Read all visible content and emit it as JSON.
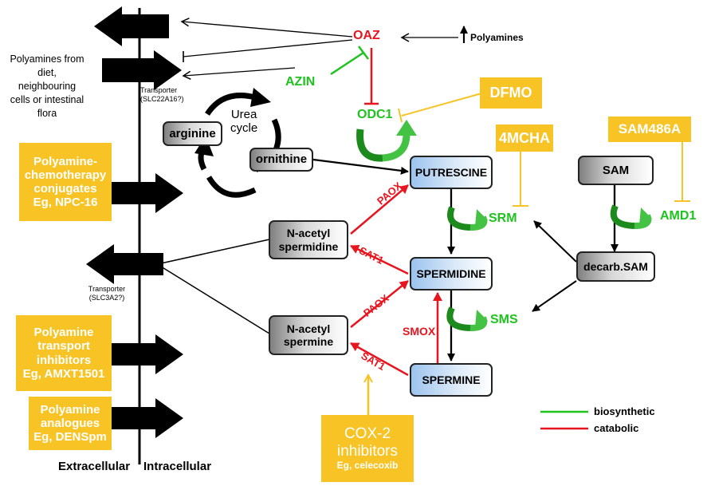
{
  "colors": {
    "biosynthetic": "#1ec31e",
    "catabolic": "#e8141e",
    "inhibitor": "#f7c325",
    "arrow": "#000000"
  },
  "labels": {
    "polyamine_sources": [
      "Polyamines from",
      "diet,",
      "neighbouring",
      "cells or intestinal",
      "flora"
    ],
    "transporter_top": [
      "Transporter",
      "(SLC22A16?)"
    ],
    "transporter_bottom": [
      "Transporter",
      "(SLC3A2?)"
    ],
    "extracellular": "Extracellular",
    "intracellular": "Intracellular",
    "urea_cycle": [
      "Urea",
      "cycle"
    ],
    "polyamines_up": "Polyamines"
  },
  "inhibitors": {
    "dfmo": "DFMO",
    "mcha": "4MCHA",
    "sam486a": "SAM486A",
    "conjugates": [
      "Polyamine-",
      "chemotherapy",
      "conjugates",
      "Eg, NPC-16"
    ],
    "transport_inhibitors": [
      "Polyamine",
      "transport",
      "inhibitors",
      "Eg, AMXT1501"
    ],
    "analogues": [
      "Polyamine",
      "analogues",
      "Eg, DENSpm"
    ],
    "cox2": [
      "COX-2",
      "inhibitors",
      "Eg, celecoxib"
    ]
  },
  "metabolites": {
    "arginine": "arginine",
    "ornithine": "ornithine",
    "putrescine": "PUTRESCINE",
    "spermidine": "SPERMIDINE",
    "spermine": "SPERMINE",
    "n_acetyl_spermidine": [
      "N-acetyl",
      "spermidine"
    ],
    "n_acetyl_spermine": [
      "N-acetyl",
      "spermine"
    ],
    "sam": "SAM",
    "decarb_sam": "decarb.SAM"
  },
  "enzymes": {
    "oaz": "OAZ",
    "azin": "AZIN",
    "odc1": "ODC1",
    "srm": "SRM",
    "sms": "SMS",
    "amd1": "AMD1",
    "paox_top": "PAOX",
    "sat1_top": "SAT1",
    "paox_bottom": "PAOX",
    "smox": "SMOX",
    "sat1_bottom": "SAT1"
  },
  "legend": {
    "biosynthetic": "biosynthetic",
    "catabolic": "catabolic"
  }
}
